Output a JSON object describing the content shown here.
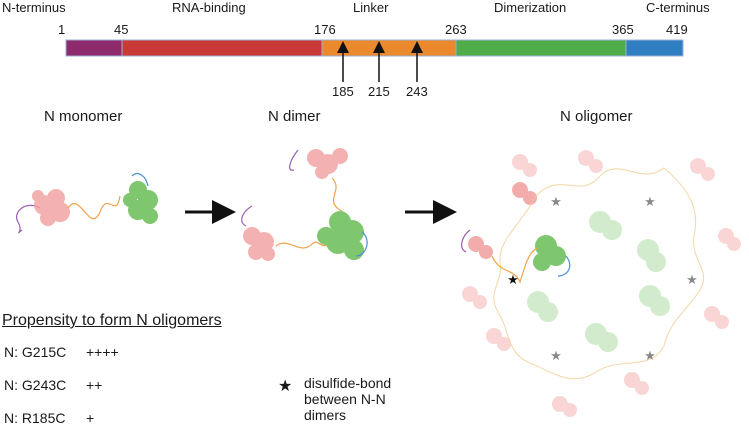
{
  "domains": [
    {
      "label": "N-terminus",
      "start": 1,
      "end": 45,
      "color": "#8c2a6b"
    },
    {
      "label": "RNA-binding",
      "start": 45,
      "end": 176,
      "color": "#c93a36"
    },
    {
      "label": "Linker",
      "start": 176,
      "end": 263,
      "color": "#ea8a2d"
    },
    {
      "label": "Dimerization",
      "start": 263,
      "end": 365,
      "color": "#4fac48"
    },
    {
      "label": "C-terminus",
      "start": 365,
      "end": 419,
      "color": "#2f7ec2"
    }
  ],
  "boundaries": [
    "1",
    "45",
    "176",
    "263",
    "365",
    "419"
  ],
  "mutation_sites": [
    "185",
    "215",
    "243"
  ],
  "panels": {
    "monomer": "N monomer",
    "dimer": "N dimer",
    "oligomer": "N oligomer"
  },
  "propensity": {
    "heading": "Propensity to form N oligomers",
    "items": [
      {
        "mutant": "N: G215C",
        "level": "++++"
      },
      {
        "mutant": "N: G243C",
        "level": "++"
      },
      {
        "mutant": "N: R185C",
        "level": "+"
      }
    ]
  },
  "legend": {
    "symbol": "★",
    "text": "disulfide-bond between N-N dimers"
  },
  "colors": {
    "n_terminal_domain": "#f2a4a4",
    "c_terminal_domain": "#7fc76e",
    "linker": "#f0a24a",
    "n_tail": "#9b5fb0",
    "c_tail": "#4c8fd0",
    "star_dark": "#111111",
    "star_grey": "#888888"
  }
}
